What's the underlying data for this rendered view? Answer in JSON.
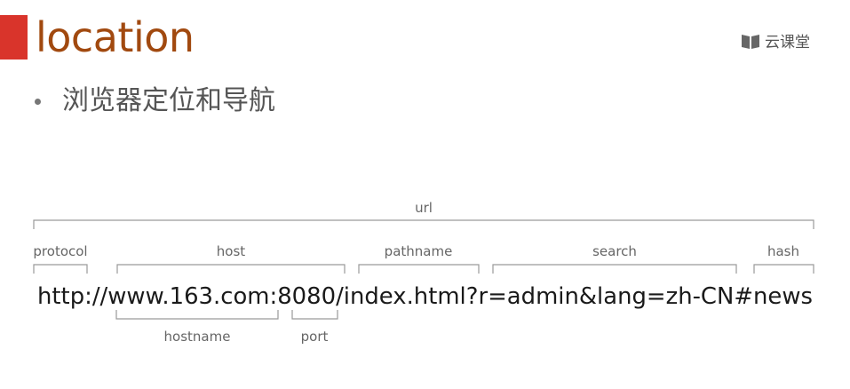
{
  "slide": {
    "title": "location",
    "logo_text": "云课堂",
    "logo_icon": "book-icon",
    "bullet": "浏览器定位和导航",
    "accent_color": "#d9342b",
    "title_color": "#a1490f"
  },
  "diagram": {
    "url_string": "http://www.163.com:8080/index.html?r=admin&lang=zh-CN#news",
    "top_label": "url",
    "upper_parts": [
      {
        "label": "protocol",
        "text": "http://"
      },
      {
        "label": "host",
        "text": "www.163.com:8080"
      },
      {
        "label": "pathname",
        "text": "/index.html"
      },
      {
        "label": "search",
        "text": "?r=admin&lang=zh-CN"
      },
      {
        "label": "hash",
        "text": "#news"
      }
    ],
    "lower_parts": [
      {
        "label": "hostname",
        "text": "www.163.com"
      },
      {
        "label": "port",
        "text": "8080"
      }
    ]
  }
}
